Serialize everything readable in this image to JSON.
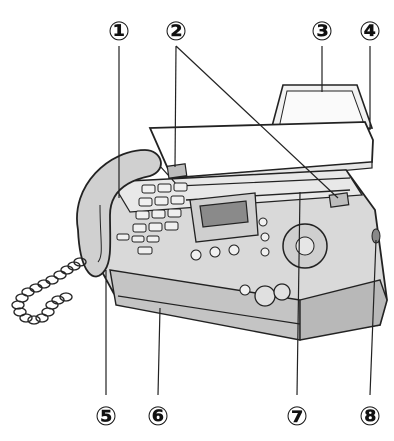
{
  "callouts": [
    {
      "id": "callout-1",
      "label": "①"
    },
    {
      "id": "callout-2",
      "label": "②"
    },
    {
      "id": "callout-3",
      "label": "③"
    },
    {
      "id": "callout-4",
      "label": "④"
    },
    {
      "id": "callout-5",
      "label": "⑤"
    },
    {
      "id": "callout-6",
      "label": "⑥"
    },
    {
      "id": "callout-7",
      "label": "⑦"
    },
    {
      "id": "callout-8",
      "label": "⑧"
    }
  ]
}
